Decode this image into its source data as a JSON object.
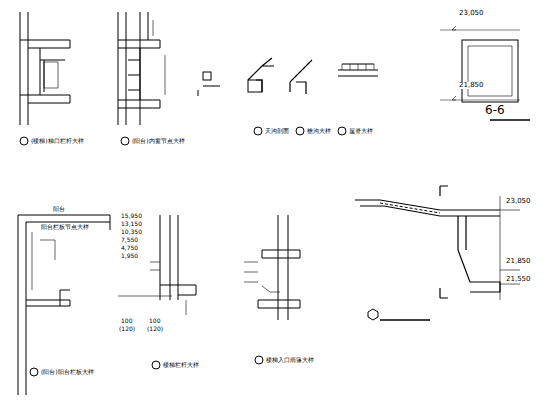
{
  "diagram": {
    "labels": [
      "(楼梯)梯口栏杆大样",
      "(阳台)内窗节点大样",
      "天沟剖面",
      "檐沟大样",
      "屋脊大样",
      "23,050",
      "21,850",
      "6-6",
      "阳台",
      "阳台栏板节点大样",
      "(阳台)阳台栏板大样",
      "15,950",
      "13,150",
      "10,350",
      "7,550",
      "4,750",
      "1,950",
      "100",
      "100",
      "(120)",
      "(120)",
      "楼梯栏杆大样",
      "楼梯入口雨篷大样",
      "23,050",
      "21,850",
      "21,550"
    ]
  }
}
